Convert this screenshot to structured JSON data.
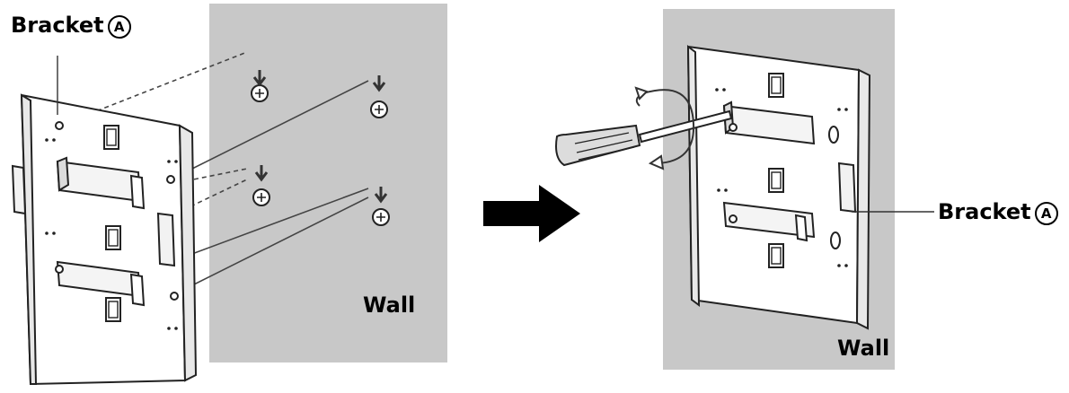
{
  "labels": {
    "bracket_left": "Bracket",
    "bracket_left_mark": "A",
    "wall_left": "Wall",
    "bracket_right": "Bracket",
    "bracket_right_mark": "A",
    "wall_right": "Wall"
  },
  "colors": {
    "wall": "#c8c8c8",
    "bracket_fill": "#ffffff",
    "outline": "#222222",
    "arrow": "#000000",
    "screwdriver_handle": "#dcdcdc"
  },
  "icons": {
    "screw": "screw-icon",
    "direction_arrow": "right-arrow-icon",
    "screwdriver": "screwdriver-icon",
    "rotation": "rotation-arrow-icon"
  }
}
